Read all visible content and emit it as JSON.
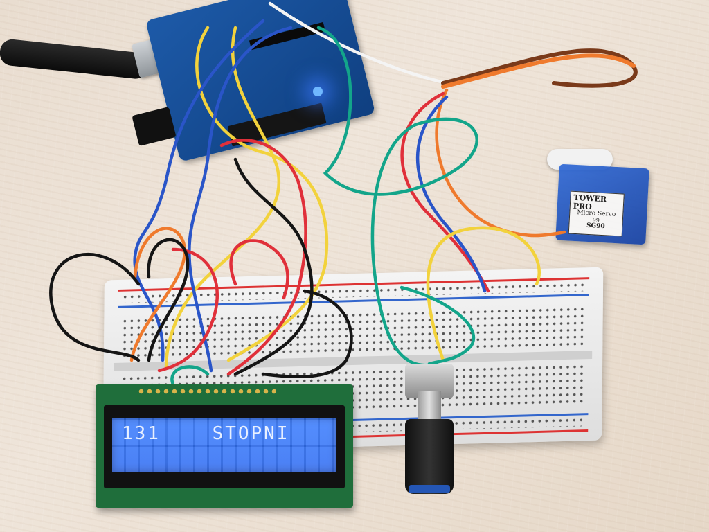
{
  "lcd": {
    "line1": "131    STOPNI"
  },
  "servo": {
    "brand": "TOWER PRO",
    "model": "Micro Servo",
    "code": "99",
    "part": "SG90"
  },
  "colors": {
    "lcd_backlight": "#3a7dff",
    "arduino": "#1d5aa8",
    "servo": "#2f69d6",
    "wire_yellow": "#f2d23c",
    "wire_red": "#e0303a",
    "wire_blue": "#2a55c8",
    "wire_black": "#151515",
    "wire_teal": "#13a58a",
    "wire_orange": "#ef7a2d"
  }
}
